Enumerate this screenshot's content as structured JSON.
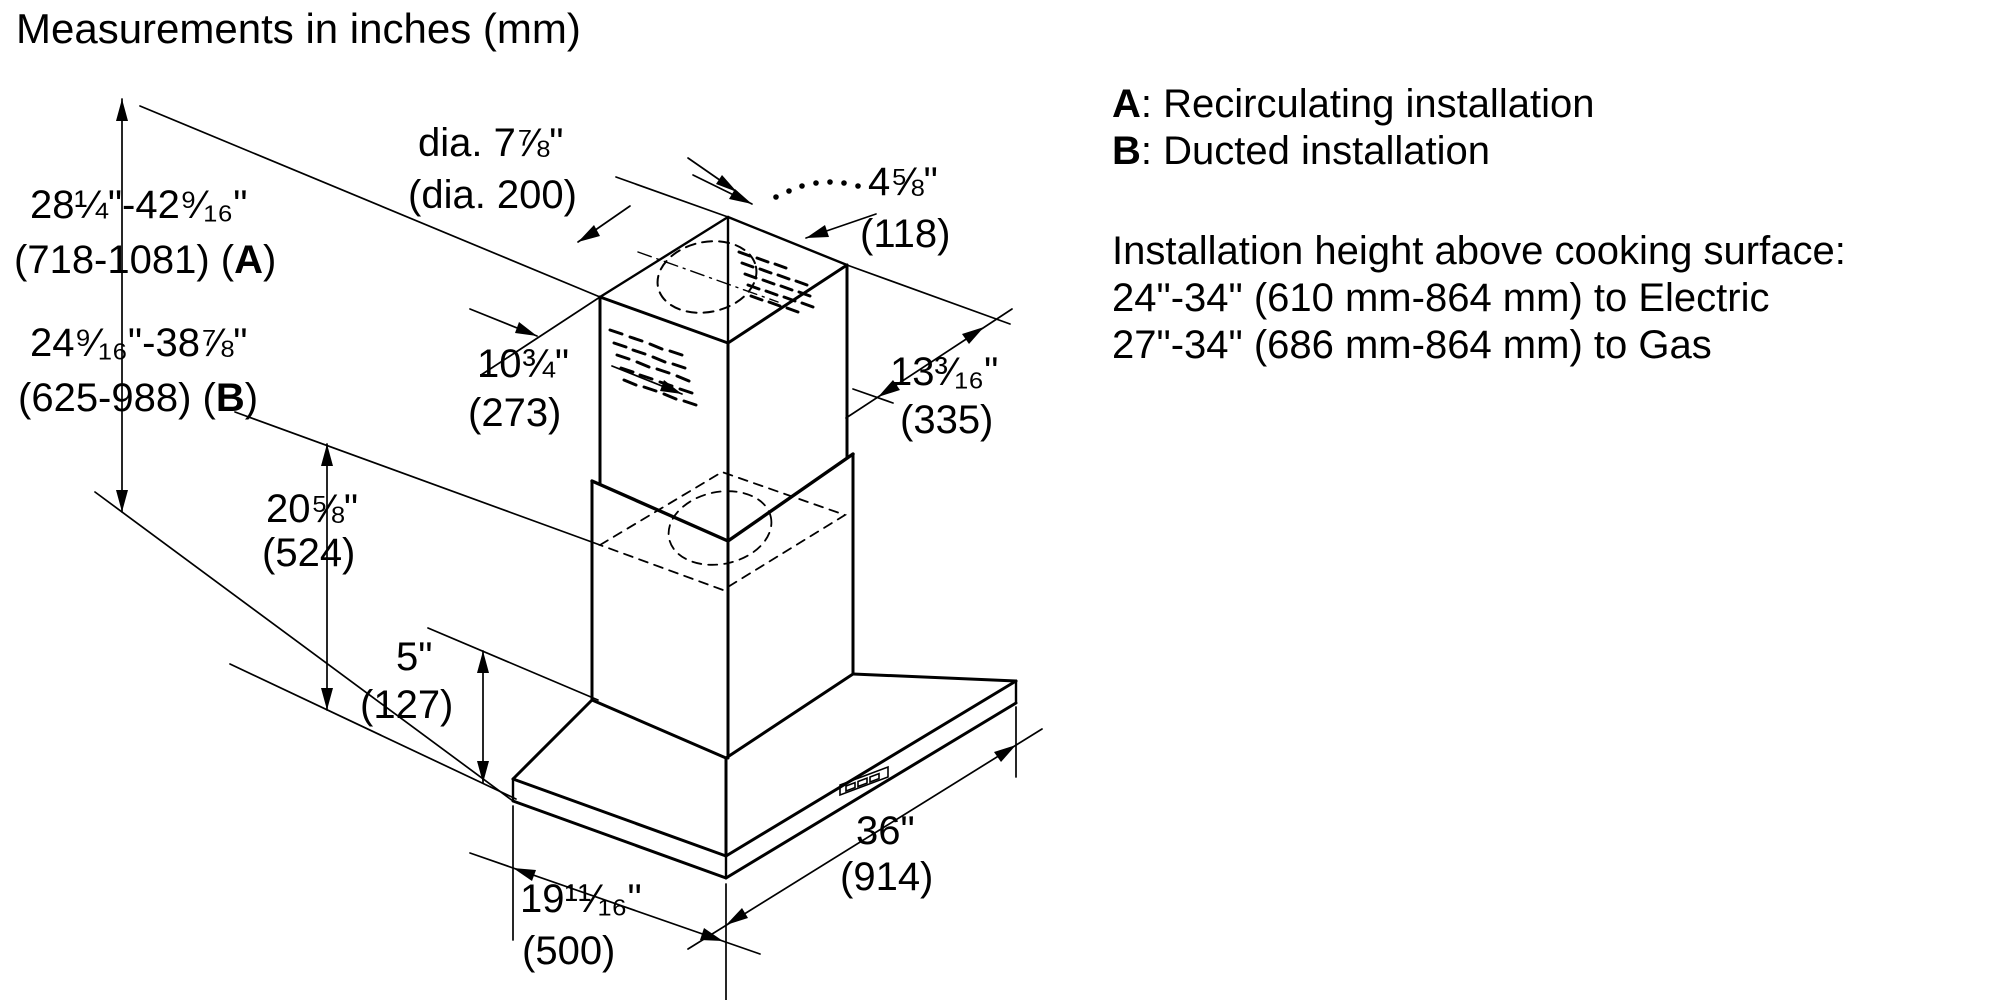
{
  "title": "Measurements in inches (mm)",
  "colors": {
    "ink": "#000000",
    "background": "#ffffff"
  },
  "dimensions": {
    "recirc_height": {
      "inches": "28¼\"-42⁹⁄₁₆\"",
      "mm": "(718-1081) (",
      "key": "A",
      "close": ")"
    },
    "ducted_height": {
      "inches": "24⁹⁄₁₆\"-38⅞\"",
      "mm": "(625-988) (",
      "key": "B",
      "close": ")"
    },
    "duct_diameter": {
      "inches": "dia. 7⅞\"",
      "mm": "(dia. 200)"
    },
    "chimney_top_depth": {
      "inches": "4⅝\"",
      "mm": "(118)"
    },
    "chimney_depth": {
      "inches": "10¾\"",
      "mm": "(273)"
    },
    "chimney_width": {
      "inches": "13³⁄₁₆\"",
      "mm": "(335)"
    },
    "chimney_height": {
      "inches": "20⅝\"",
      "mm": "(524)"
    },
    "canopy_height": {
      "inches": "5\"",
      "mm": "(127)"
    },
    "hood_width": {
      "inches": "36\"",
      "mm": "(914)"
    },
    "hood_depth": {
      "inches": "19¹¹⁄₁₆\"",
      "mm": "(500)"
    }
  },
  "legend": {
    "a_key": "A",
    "a_text": ": Recirculating installation",
    "b_key": "B",
    "b_text": ": Ducted installation"
  },
  "installation_note": {
    "line1": "Installation height above cooking surface:",
    "line2": "24\"-34\" (610 mm-864 mm) to Electric",
    "line3": "27\"-34\" (686 mm-864 mm) to Gas"
  }
}
